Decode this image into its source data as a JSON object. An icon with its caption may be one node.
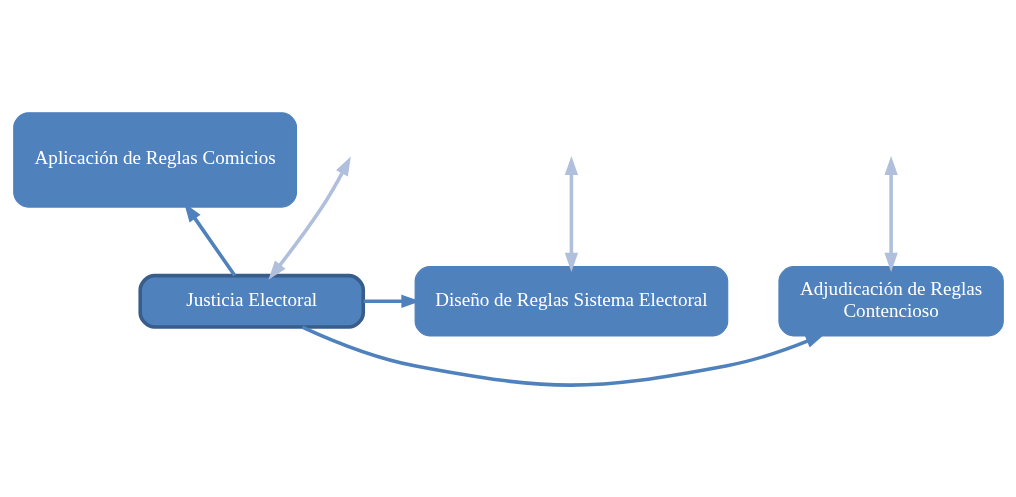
{
  "diagram": {
    "nodes": [
      {
        "text": [
          "Aplicación de Reglas Comicios"
        ]
      },
      {
        "text": [
          "Justicia Electoral"
        ]
      },
      {
        "text": [
          "Diseño de Reglas Sistema Electoral"
        ]
      },
      {
        "text": [
          "Adjudicación de Reglas",
          "Contencioso"
        ]
      }
    ],
    "edges": [
      {
        "from": 1,
        "to": 0,
        "arrow": "to"
      },
      {
        "from": 1,
        "to": 2,
        "arrow": "to"
      },
      {
        "from": 1,
        "to": 3,
        "arrow": "to"
      },
      {
        "from": 2,
        "to": null,
        "arrow": "both",
        "color": "#b0c0dc"
      },
      {
        "from": 3,
        "to": null,
        "arrow": "both",
        "color": "#b0c0dc"
      },
      {
        "from": 1,
        "to": null,
        "arrow": "both",
        "color": "#b0c0dc"
      }
    ]
  }
}
